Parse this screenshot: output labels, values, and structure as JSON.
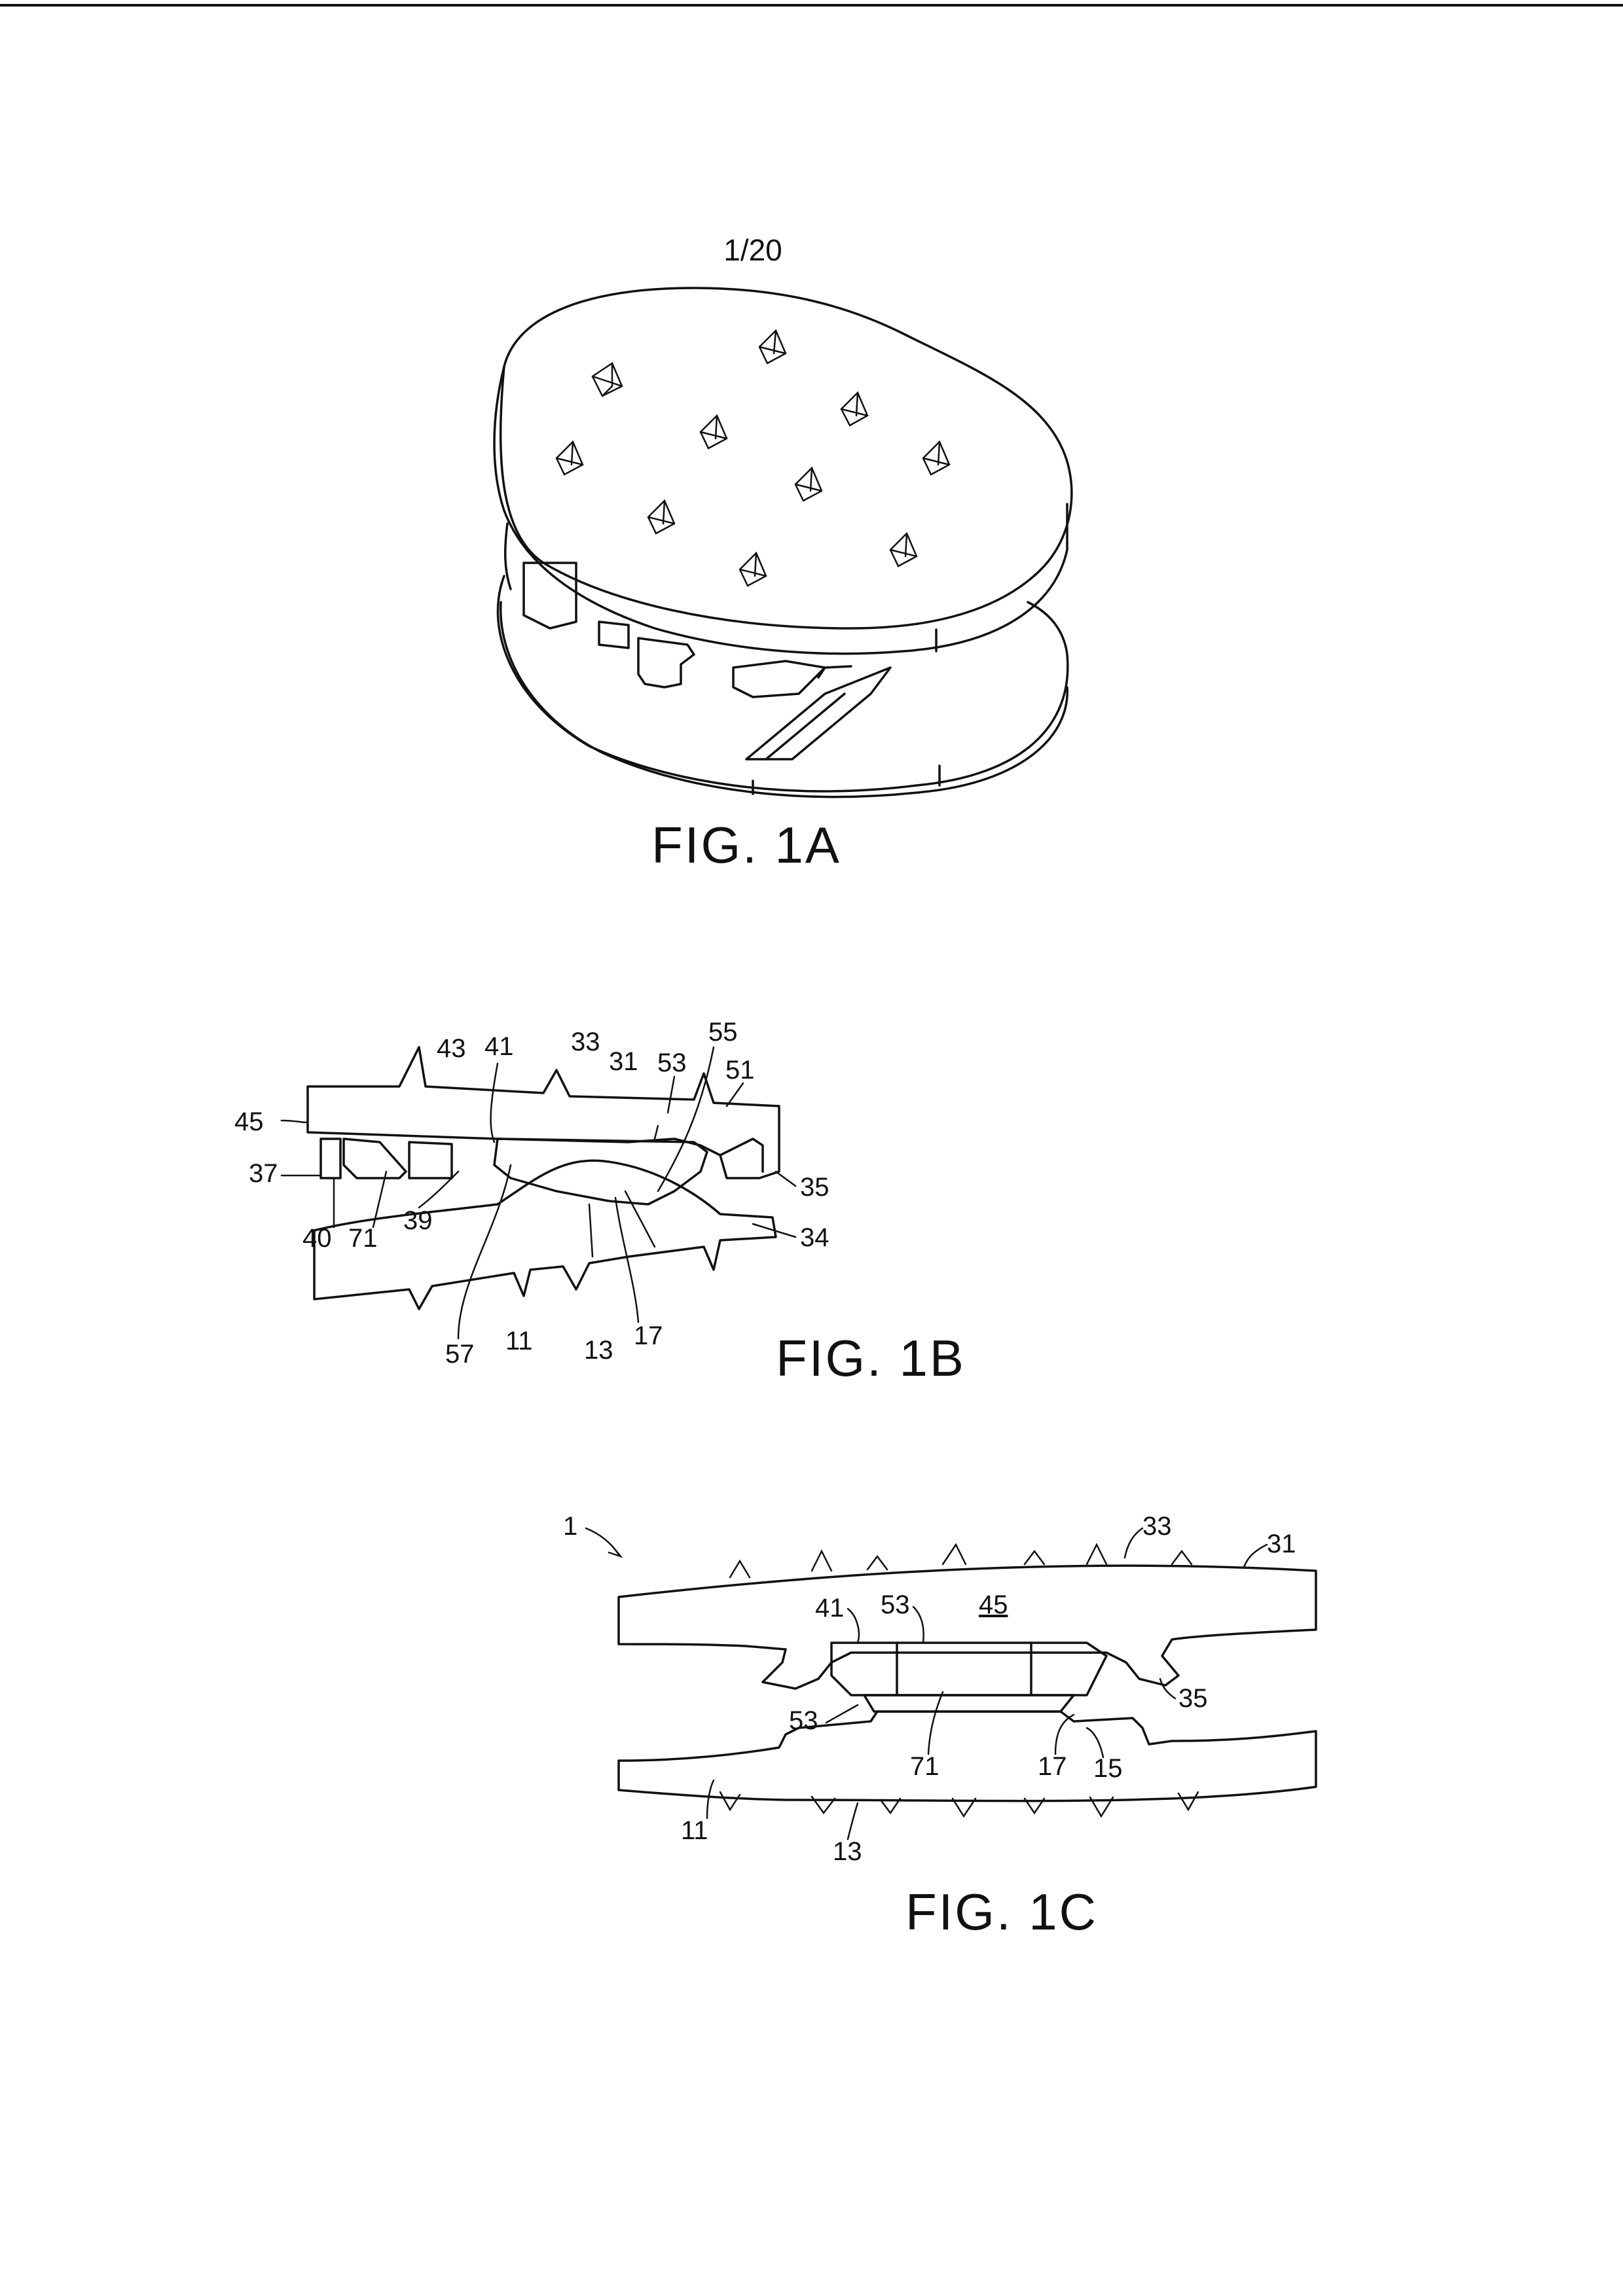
{
  "page": {
    "number": "1/20"
  },
  "figures": {
    "fig1a": {
      "caption": "FIG. 1A"
    },
    "fig1b": {
      "caption": "FIG. 1B",
      "labels": [
        "43",
        "41",
        "33",
        "31",
        "53",
        "55",
        "51",
        "45",
        "37",
        "40",
        "71",
        "39",
        "35",
        "34",
        "57",
        "11",
        "13",
        "17"
      ]
    },
    "fig1c": {
      "caption": "FIG. 1C",
      "labels": [
        "1",
        "33",
        "31",
        "41",
        "53",
        "45",
        "35",
        "53",
        "71",
        "17",
        "15",
        "11",
        "13"
      ]
    }
  },
  "colors": {
    "ink": "#111111",
    "paper": "#ffffff"
  }
}
